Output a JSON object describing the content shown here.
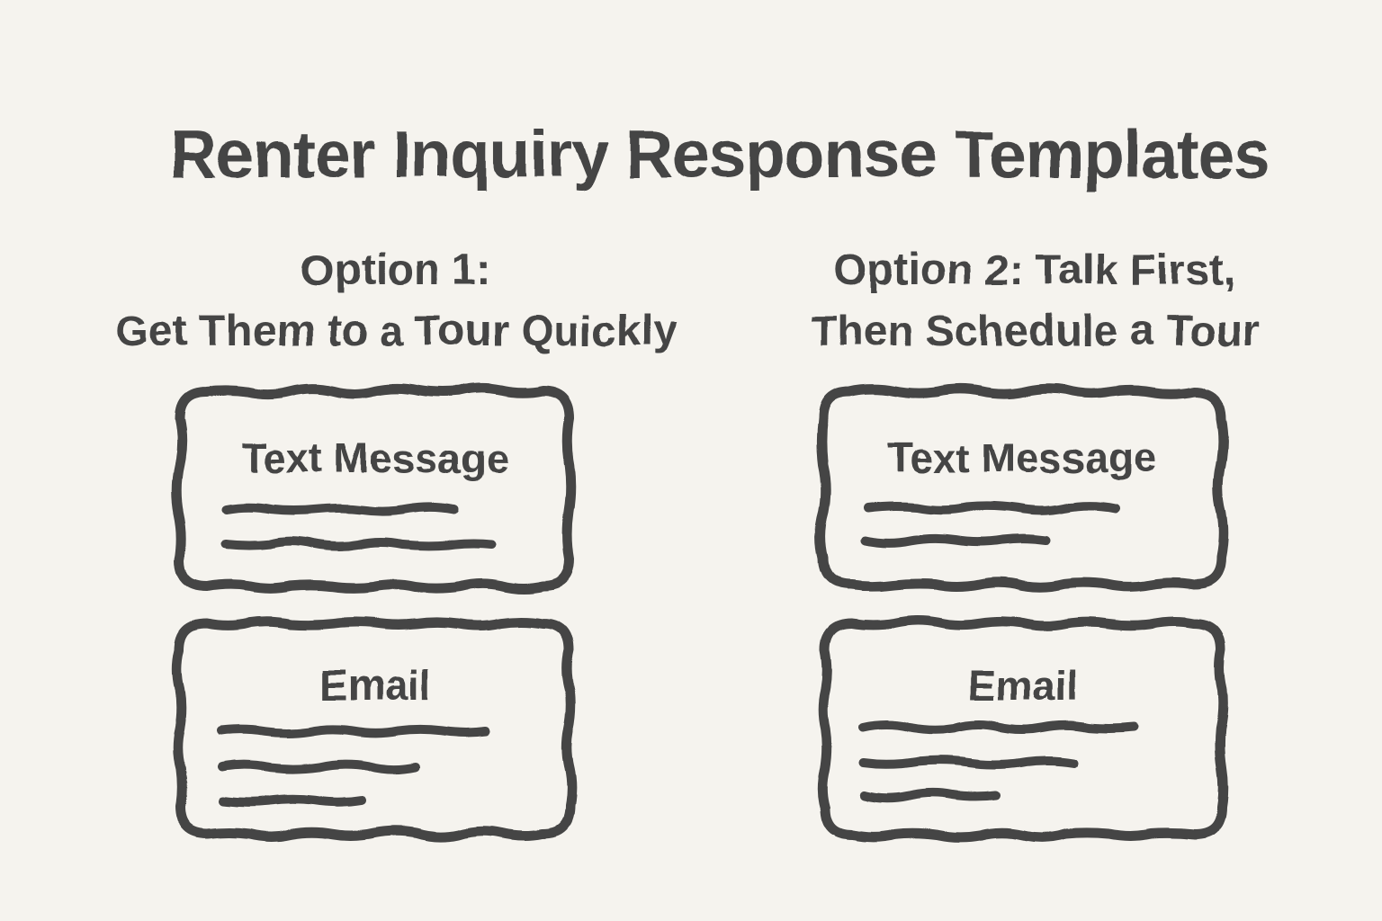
{
  "title": "Renter Inquiry Response Templates",
  "colors": {
    "ink": "#454545",
    "paper": "#f5f3ee"
  },
  "columns": [
    {
      "heading_line1": "Option 1:",
      "heading_line2": "Get Them to a Tour Quickly",
      "cards": [
        {
          "label": "Text Message",
          "placeholder_lines": 2
        },
        {
          "label": "Email",
          "placeholder_lines": 3
        }
      ]
    },
    {
      "heading_line1": "Option 2: Talk First,",
      "heading_line2": "Then Schedule a Tour",
      "cards": [
        {
          "label": "Text Message",
          "placeholder_lines": 2
        },
        {
          "label": "Email",
          "placeholder_lines": 3
        }
      ]
    }
  ]
}
